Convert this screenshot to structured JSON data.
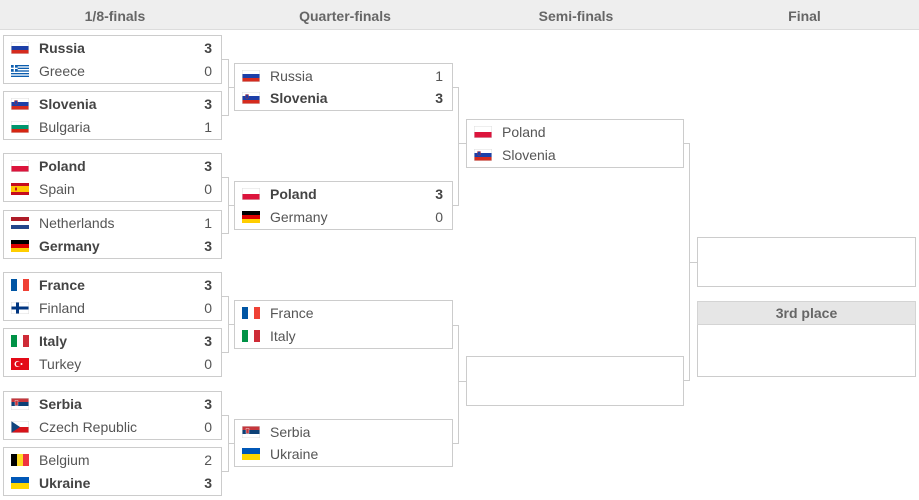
{
  "headers": {
    "round_of_16": "1/8-finals",
    "quarter_finals": "Quarter-finals",
    "semi_finals": "Semi-finals",
    "final": "Final",
    "third_place": "3rd place"
  },
  "r16": [
    {
      "team1": {
        "name": "Russia",
        "score": "3",
        "flag": "russia-flag"
      },
      "team2": {
        "name": "Greece",
        "score": "0",
        "flag": "greece-flag"
      }
    },
    {
      "team1": {
        "name": "Slovenia",
        "score": "3",
        "flag": "slovenia-flag"
      },
      "team2": {
        "name": "Bulgaria",
        "score": "1",
        "flag": "bulgaria-flag"
      }
    },
    {
      "team1": {
        "name": "Poland",
        "score": "3",
        "flag": "poland-flag"
      },
      "team2": {
        "name": "Spain",
        "score": "0",
        "flag": "spain-flag"
      }
    },
    {
      "team1": {
        "name": "Netherlands",
        "score": "1",
        "flag": "netherlands-flag"
      },
      "team2": {
        "name": "Germany",
        "score": "3",
        "flag": "germany-flag"
      }
    },
    {
      "team1": {
        "name": "France",
        "score": "3",
        "flag": "france-flag"
      },
      "team2": {
        "name": "Finland",
        "score": "0",
        "flag": "finland-flag"
      }
    },
    {
      "team1": {
        "name": "Italy",
        "score": "3",
        "flag": "italy-flag"
      },
      "team2": {
        "name": "Turkey",
        "score": "0",
        "flag": "turkey-flag"
      }
    },
    {
      "team1": {
        "name": "Serbia",
        "score": "3",
        "flag": "serbia-flag"
      },
      "team2": {
        "name": "Czech Republic",
        "score": "0",
        "flag": "czech-flag"
      }
    },
    {
      "team1": {
        "name": "Belgium",
        "score": "2",
        "flag": "belgium-flag"
      },
      "team2": {
        "name": "Ukraine",
        "score": "3",
        "flag": "ukraine-flag"
      }
    }
  ],
  "qf": [
    {
      "team1": {
        "name": "Russia",
        "score": "1",
        "flag": "russia-flag"
      },
      "team2": {
        "name": "Slovenia",
        "score": "3",
        "flag": "slovenia-flag"
      }
    },
    {
      "team1": {
        "name": "Poland",
        "score": "3",
        "flag": "poland-flag"
      },
      "team2": {
        "name": "Germany",
        "score": "0",
        "flag": "germany-flag"
      }
    },
    {
      "team1": {
        "name": "France",
        "score": "",
        "flag": "france-flag"
      },
      "team2": {
        "name": "Italy",
        "score": "",
        "flag": "italy-flag"
      }
    },
    {
      "team1": {
        "name": "Serbia",
        "score": "",
        "flag": "serbia-flag"
      },
      "team2": {
        "name": "Ukraine",
        "score": "",
        "flag": "ukraine-flag"
      }
    }
  ],
  "sf": [
    {
      "team1": {
        "name": "Poland",
        "score": "",
        "flag": "poland-flag"
      },
      "team2": {
        "name": "Slovenia",
        "score": "",
        "flag": "slovenia-flag"
      }
    }
  ]
}
